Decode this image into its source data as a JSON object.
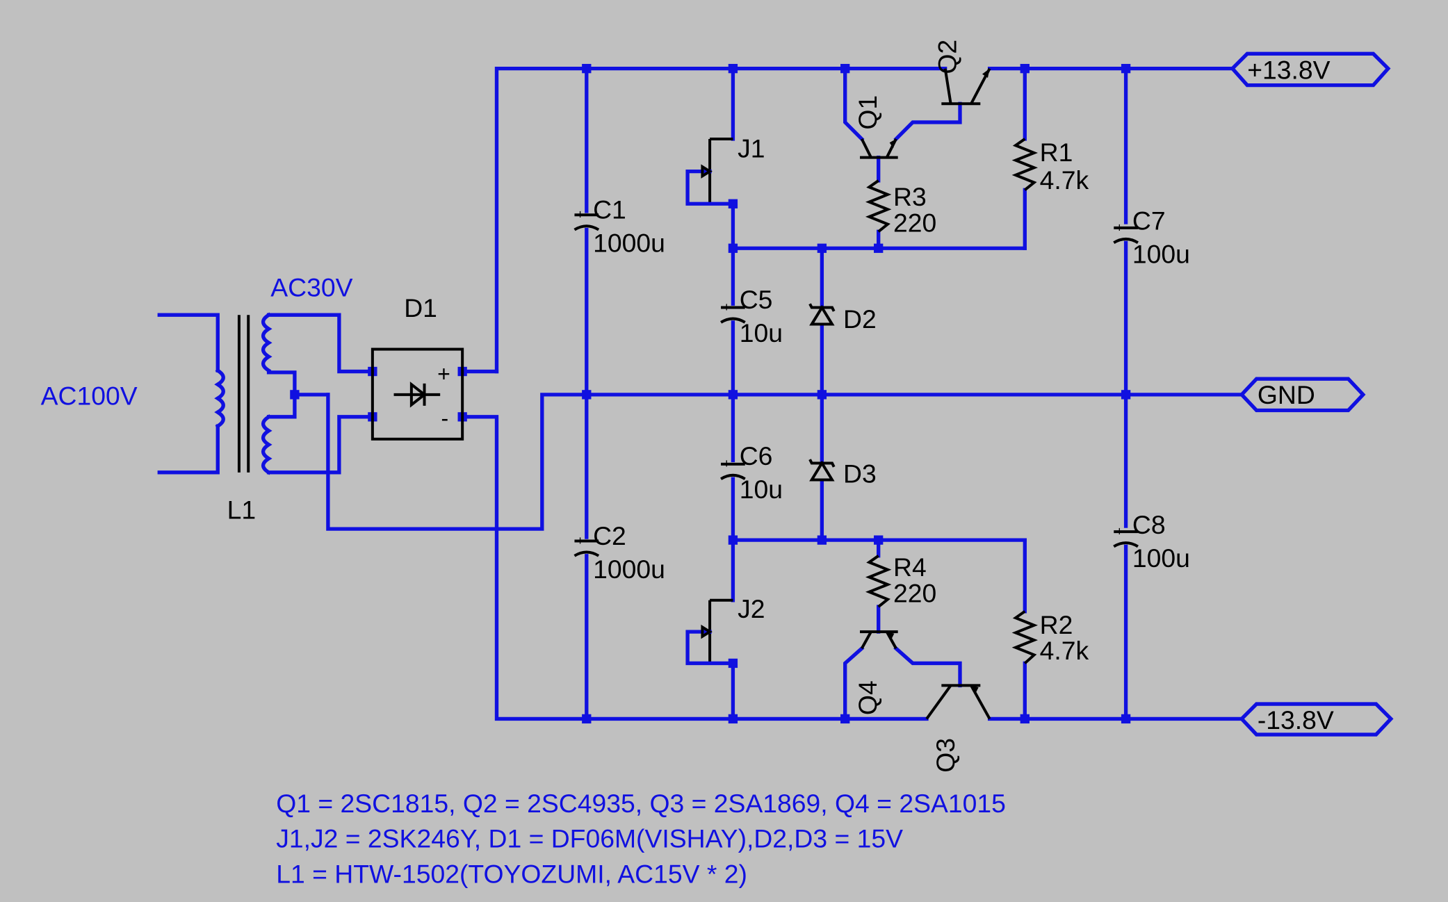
{
  "colors": {
    "background": "#c0c0c0",
    "wire": "#1010e0",
    "component": "#000000"
  },
  "labels": {
    "ac_in": "AC100V",
    "ac_sec": "AC30V",
    "l1": "L1",
    "d1": "D1",
    "d1_plus": "+",
    "d1_minus": "-",
    "c1": "C1",
    "c1_val": "1000u",
    "c2": "C2",
    "c2_val": "1000u",
    "c5": "C5",
    "c5_val": "10u",
    "c6": "C6",
    "c6_val": "10u",
    "c7": "C7",
    "c7_val": "100u",
    "c8": "C8",
    "c8_val": "100u",
    "j1": "J1",
    "j2": "J2",
    "d2": "D2",
    "d3": "D3",
    "r1": "R1",
    "r1_val": "4.7k",
    "r2": "R2",
    "r2_val": "4.7k",
    "r3": "R3",
    "r3_val": "220",
    "r4": "R4",
    "r4_val": "220",
    "q1": "Q1",
    "q2": "Q2",
    "q3": "Q3",
    "q4": "Q4",
    "out_pos": "+13.8V",
    "out_gnd": "GND",
    "out_neg": "-13.8V"
  },
  "notes": [
    "Q1 = 2SC1815, Q2 = 2SC4935, Q3 = 2SA1869, Q4 = 2SA1015",
    "J1,J2 = 2SK246Y, D1 = DF06M(VISHAY),D2,D3 = 15V",
    "L1 = HTW-1502(TOYOZUMI, AC15V * 2)"
  ]
}
